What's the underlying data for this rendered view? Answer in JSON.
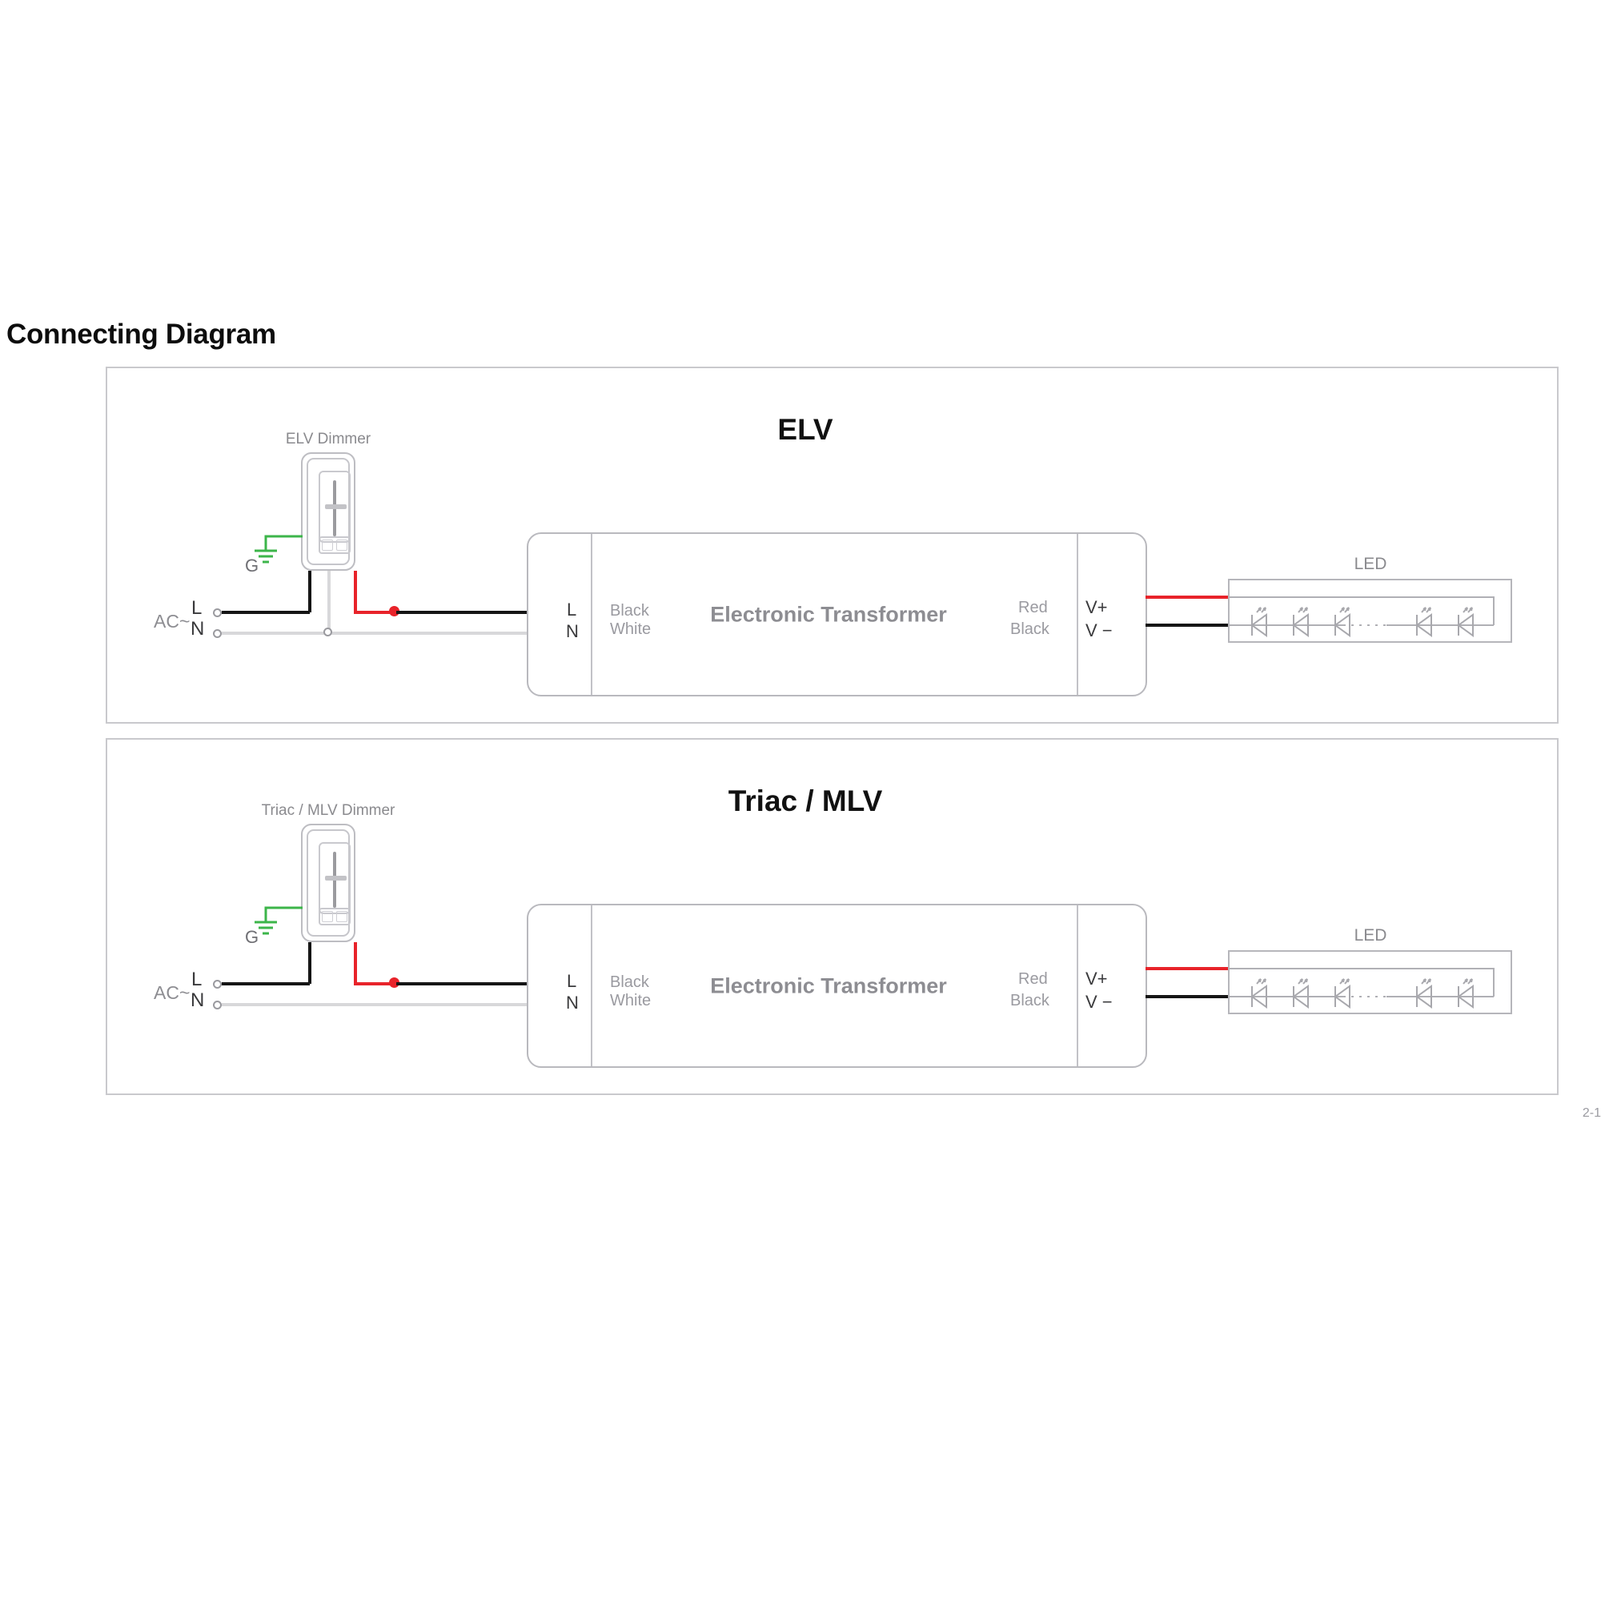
{
  "page": {
    "title": "Connecting Diagram",
    "corner_note": "2-1"
  },
  "diagrams": [
    {
      "id": "elv",
      "panel_title": "ELV",
      "dimmer": {
        "label": "ELV Dimmer",
        "ground_label": "G",
        "has_neutral_wire": true
      },
      "supply": {
        "ac_label": "AC~",
        "line_label": "L",
        "neutral_label": "N"
      },
      "transformer": {
        "title": "Electronic Transformer",
        "input_terminals": [
          "L",
          "N"
        ],
        "input_wire_colors": [
          "Black",
          "White"
        ],
        "output_wire_colors": [
          "Red",
          "Black"
        ],
        "output_terminals": [
          "V+",
          "V −"
        ]
      },
      "led": {
        "label": "LED",
        "diode_count": 5,
        "ellipsis": true
      }
    },
    {
      "id": "triac",
      "panel_title": "Triac / MLV",
      "dimmer": {
        "label": "Triac / MLV Dimmer",
        "ground_label": "G",
        "has_neutral_wire": false
      },
      "supply": {
        "ac_label": "AC~",
        "line_label": "L",
        "neutral_label": "N"
      },
      "transformer": {
        "title": "Electronic Transformer",
        "input_terminals": [
          "L",
          "N"
        ],
        "input_wire_colors": [
          "Black",
          "White"
        ],
        "output_wire_colors": [
          "Red",
          "Black"
        ],
        "output_terminals": [
          "V+",
          "V −"
        ]
      },
      "led": {
        "label": "LED",
        "diode_count": 5,
        "ellipsis": true
      }
    }
  ],
  "colors": {
    "line_black": "#151515",
    "line_white": "#d8d8da",
    "line_red": "#e8232a",
    "ground_green": "#3cb54a",
    "frame_grey": "#c9c9cd",
    "text_grey": "#8d8d92"
  }
}
